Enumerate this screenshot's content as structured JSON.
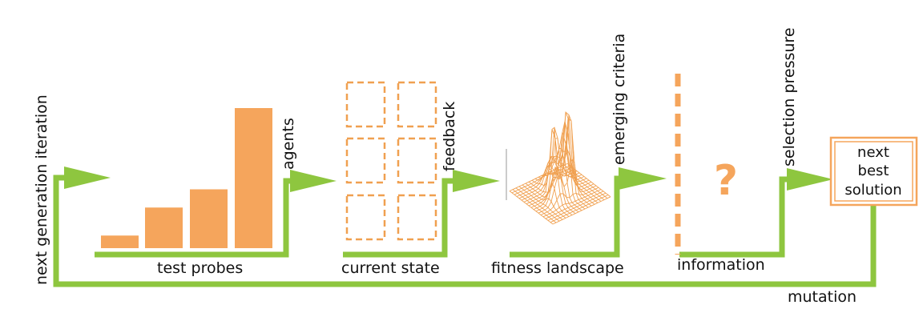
{
  "diagram": {
    "stages": {
      "test_probes": "test probes",
      "agents": "agents",
      "current_state": "current state",
      "feedback": "feedback",
      "fitness_landscape": "fitness landscape",
      "emerging_criteria": "emerging criteria",
      "information": "information",
      "unknown_symbol": "?",
      "selection_pressure": "selection pressure",
      "next_best_solution": [
        "next",
        "best",
        "solution"
      ],
      "mutation": "mutation",
      "next_generation_iteration": "next generation iteration"
    },
    "probe_bars": [
      0.09,
      0.29,
      0.42,
      1.0
    ],
    "colors": {
      "arrow_green": "#8ec63f",
      "accent_orange": "#f5a55c",
      "dashed_orange": "#f0a050",
      "text": "#111111"
    }
  }
}
